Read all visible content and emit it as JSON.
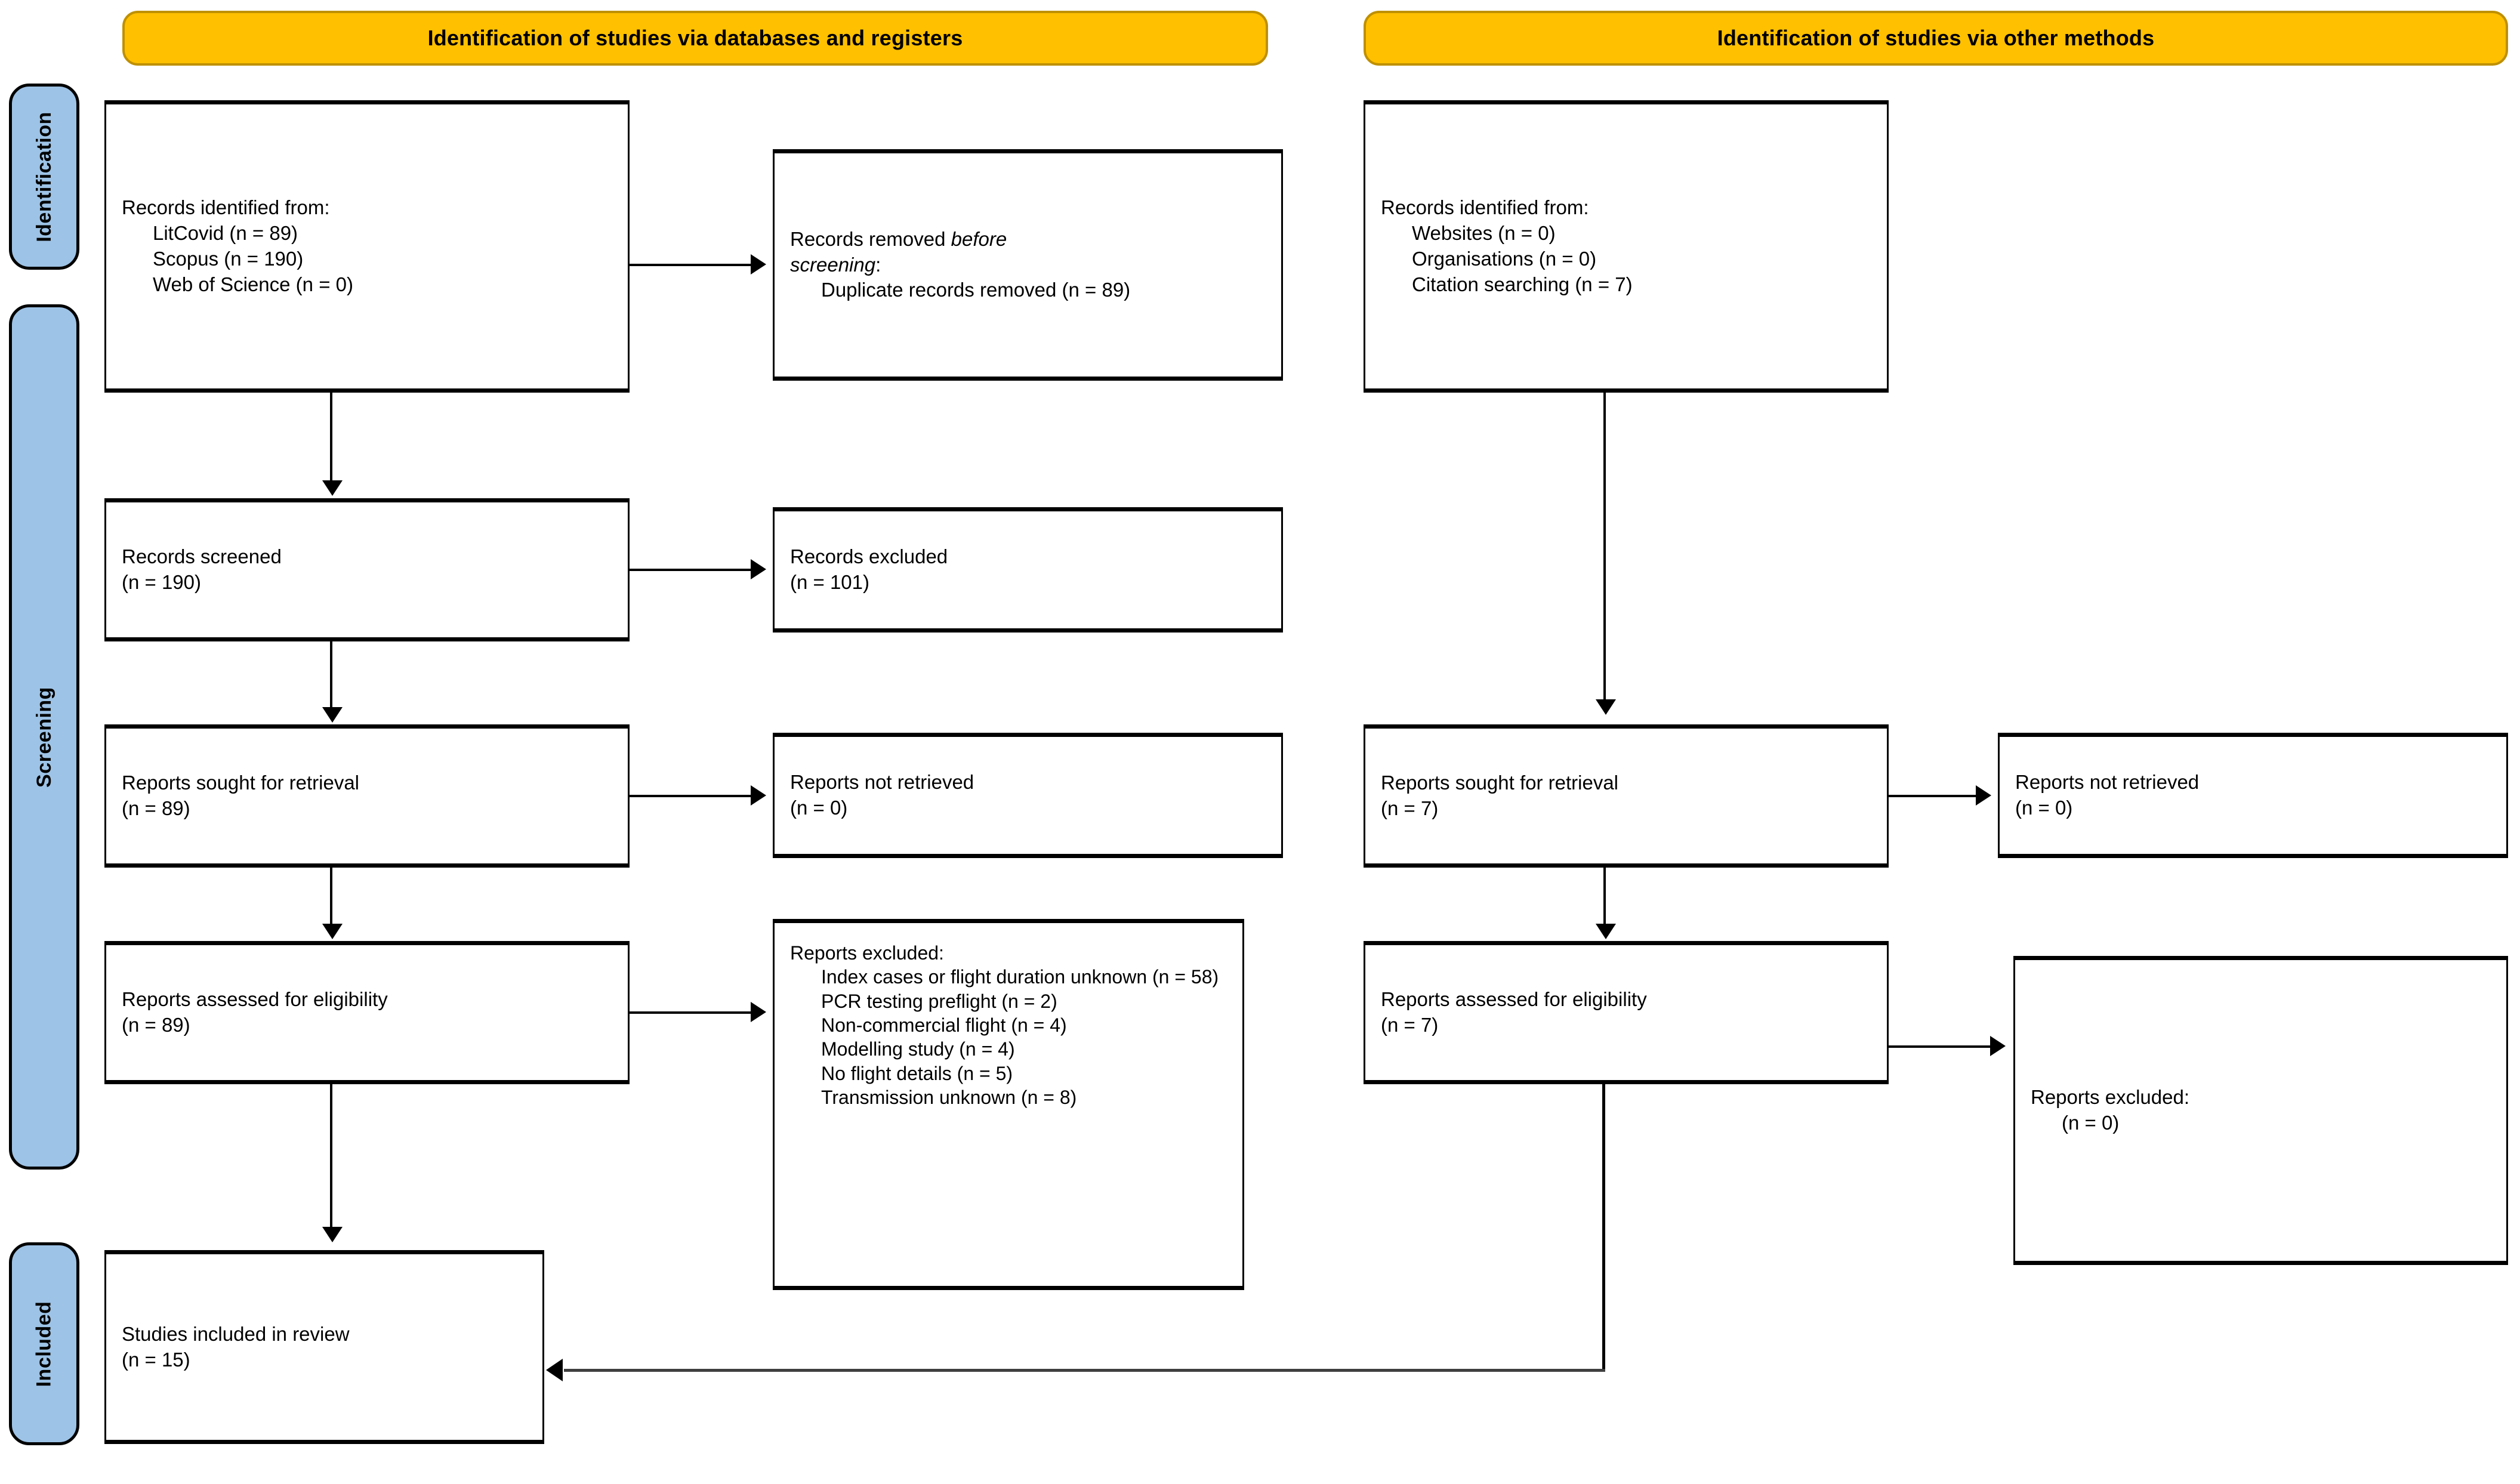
{
  "headers": {
    "left": "Identification of studies via databases and registers",
    "right": "Identification of studies via other methods"
  },
  "stages": {
    "identification": "Identification",
    "screening": "Screening",
    "included": "Included"
  },
  "colors": {
    "banner_fill": "#FFC000",
    "banner_border": "#BF9000",
    "stage_fill": "#9DC3E6",
    "box_border": "#000000",
    "box_fill": "#FFFFFF"
  },
  "left_column": {
    "identified": {
      "title": "Records identified from:",
      "items": [
        "LitCovid (n = 89)",
        "Scopus (n = 190)",
        "Web of Science (n = 0)"
      ]
    },
    "removed": {
      "line1": "Records removed ",
      "line1_em": "before",
      "line2_em": "screening",
      "line2_tail": ":",
      "items": [
        "Duplicate records removed (n = 89)"
      ]
    },
    "screened": {
      "title": "Records screened",
      "count": "(n = 190)"
    },
    "records_excluded": {
      "title": "Records excluded",
      "count": "(n = 101)"
    },
    "sought": {
      "title": "Reports sought for retrieval",
      "count": "(n = 89)"
    },
    "not_retrieved": {
      "title": "Reports not retrieved",
      "count": "(n = 0)"
    },
    "assessed": {
      "title": "Reports assessed for eligibility",
      "count": "(n = 89)"
    },
    "reports_excluded": {
      "title": "Reports excluded:",
      "items": [
        "Index cases or flight duration unknown (n = 58)",
        "PCR testing preflight (n = 2)",
        "Non-commercial flight (n = 4)",
        "Modelling study (n = 4)",
        "No flight details (n = 5)",
        "Transmission unknown (n = 8)"
      ]
    },
    "included": {
      "title": "Studies included in review",
      "count": "(n = 15)"
    }
  },
  "right_column": {
    "identified": {
      "title": "Records identified from:",
      "items": [
        "Websites (n = 0)",
        "Organisations (n = 0)",
        "Citation searching (n = 7)"
      ]
    },
    "sought": {
      "title": "Reports sought for retrieval",
      "count": "(n = 7)"
    },
    "not_retrieved": {
      "title": "Reports not retrieved",
      "count": "(n = 0)"
    },
    "assessed": {
      "title": "Reports assessed for eligibility",
      "count": "(n = 7)"
    },
    "reports_excluded": {
      "title": "Reports excluded:",
      "count": "(n = 0)"
    }
  }
}
